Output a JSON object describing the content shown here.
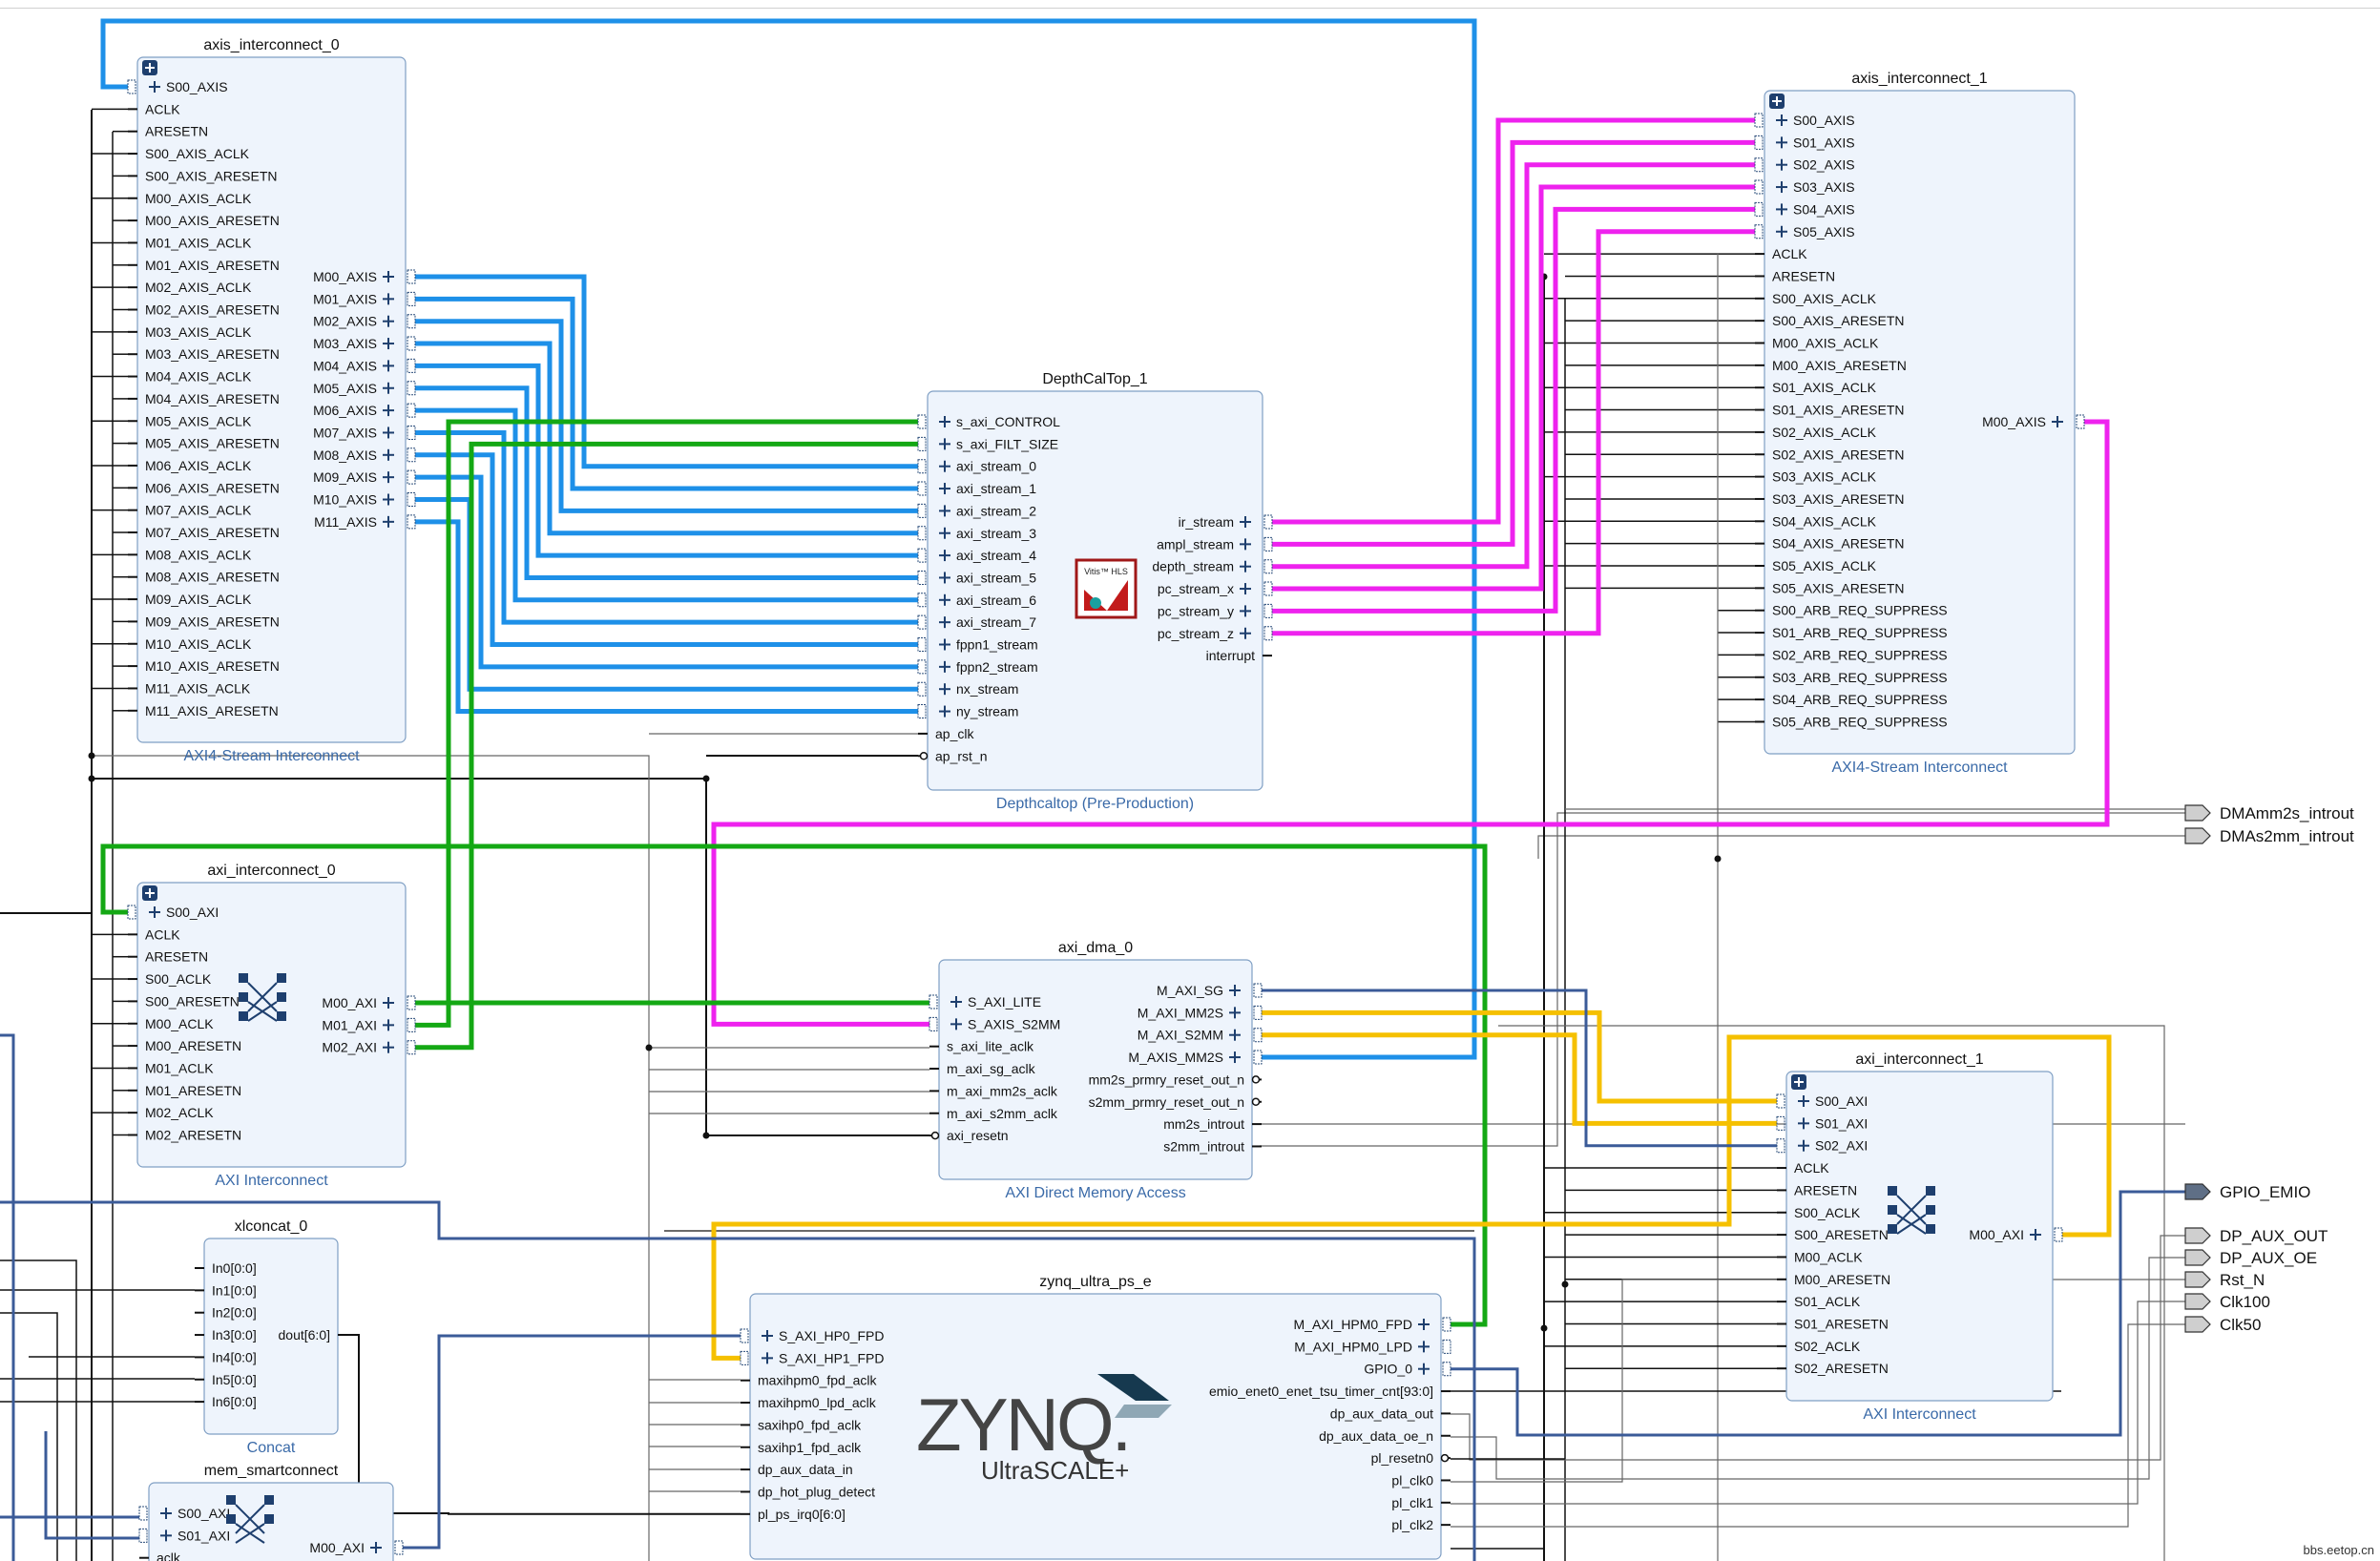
{
  "blocks": {
    "axis_interconnect_0": {
      "title": "axis_interconnect_0",
      "subtitle": "AXI4-Stream Interconnect",
      "left_ports": [
        "S00_AXIS",
        "ACLK",
        "ARESETN",
        "S00_AXIS_ACLK",
        "S00_AXIS_ARESETN",
        "M00_AXIS_ACLK",
        "M00_AXIS_ARESETN",
        "M01_AXIS_ACLK",
        "M01_AXIS_ARESETN",
        "M02_AXIS_ACLK",
        "M02_AXIS_ARESETN",
        "M03_AXIS_ACLK",
        "M03_AXIS_ARESETN",
        "M04_AXIS_ACLK",
        "M04_AXIS_ARESETN",
        "M05_AXIS_ACLK",
        "M05_AXIS_ARESETN",
        "M06_AXIS_ACLK",
        "M06_AXIS_ARESETN",
        "M07_AXIS_ACLK",
        "M07_AXIS_ARESETN",
        "M08_AXIS_ACLK",
        "M08_AXIS_ARESETN",
        "M09_AXIS_ACLK",
        "M09_AXIS_ARESETN",
        "M10_AXIS_ACLK",
        "M10_AXIS_ARESETN",
        "M11_AXIS_ACLK",
        "M11_AXIS_ARESETN"
      ],
      "right_ports": [
        "M00_AXIS",
        "M01_AXIS",
        "M02_AXIS",
        "M03_AXIS",
        "M04_AXIS",
        "M05_AXIS",
        "M06_AXIS",
        "M07_AXIS",
        "M08_AXIS",
        "M09_AXIS",
        "M10_AXIS",
        "M11_AXIS"
      ]
    },
    "DepthCalTop_1": {
      "title": "DepthCalTop_1",
      "subtitle": "Depthcaltop (Pre-Production)",
      "logo_text": "Vitis™ HLS",
      "left_ports": [
        "s_axi_CONTROL",
        "s_axi_FILT_SIZE",
        "axi_stream_0",
        "axi_stream_1",
        "axi_stream_2",
        "axi_stream_3",
        "axi_stream_4",
        "axi_stream_5",
        "axi_stream_6",
        "axi_stream_7",
        "fppn1_stream",
        "fppn2_stream",
        "nx_stream",
        "ny_stream",
        "ap_clk",
        "ap_rst_n"
      ],
      "right_ports": [
        "ir_stream",
        "ampl_stream",
        "depth_stream",
        "pc_stream_x",
        "pc_stream_y",
        "pc_stream_z",
        "interrupt"
      ]
    },
    "axis_interconnect_1": {
      "title": "axis_interconnect_1",
      "subtitle": "AXI4-Stream Interconnect",
      "left_ports": [
        "S00_AXIS",
        "S01_AXIS",
        "S02_AXIS",
        "S03_AXIS",
        "S04_AXIS",
        "S05_AXIS",
        "ACLK",
        "ARESETN",
        "S00_AXIS_ACLK",
        "S00_AXIS_ARESETN",
        "M00_AXIS_ACLK",
        "M00_AXIS_ARESETN",
        "S01_AXIS_ACLK",
        "S01_AXIS_ARESETN",
        "S02_AXIS_ACLK",
        "S02_AXIS_ARESETN",
        "S03_AXIS_ACLK",
        "S03_AXIS_ARESETN",
        "S04_AXIS_ACLK",
        "S04_AXIS_ARESETN",
        "S05_AXIS_ACLK",
        "S05_AXIS_ARESETN",
        "S00_ARB_REQ_SUPPRESS",
        "S01_ARB_REQ_SUPPRESS",
        "S02_ARB_REQ_SUPPRESS",
        "S03_ARB_REQ_SUPPRESS",
        "S04_ARB_REQ_SUPPRESS",
        "S05_ARB_REQ_SUPPRESS"
      ],
      "right_ports": [
        "M00_AXIS"
      ]
    },
    "axi_interconnect_0": {
      "title": "axi_interconnect_0",
      "subtitle": "AXI Interconnect",
      "left_ports": [
        "S00_AXI",
        "ACLK",
        "ARESETN",
        "S00_ACLK",
        "S00_ARESETN",
        "M00_ACLK",
        "M00_ARESETN",
        "M01_ACLK",
        "M01_ARESETN",
        "M02_ACLK",
        "M02_ARESETN"
      ],
      "right_ports": [
        "M00_AXI",
        "M01_AXI",
        "M02_AXI"
      ]
    },
    "axi_dma_0": {
      "title": "axi_dma_0",
      "subtitle": "AXI Direct Memory Access",
      "left_ports": [
        "S_AXI_LITE",
        "S_AXIS_S2MM",
        "s_axi_lite_aclk",
        "m_axi_sg_aclk",
        "m_axi_mm2s_aclk",
        "m_axi_s2mm_aclk",
        "axi_resetn"
      ],
      "right_ports": [
        "M_AXI_SG",
        "M_AXI_MM2S",
        "M_AXI_S2MM",
        "M_AXIS_MM2S",
        "mm2s_prmry_reset_out_n",
        "s2mm_prmry_reset_out_n",
        "mm2s_introut",
        "s2mm_introut"
      ]
    },
    "axi_interconnect_1": {
      "title": "axi_interconnect_1",
      "subtitle": "AXI Interconnect",
      "left_ports": [
        "S00_AXI",
        "S01_AXI",
        "S02_AXI",
        "ACLK",
        "ARESETN",
        "S00_ACLK",
        "S00_ARESETN",
        "M00_ACLK",
        "M00_ARESETN",
        "S01_ACLK",
        "S01_ARESETN",
        "S02_ACLK",
        "S02_ARESETN"
      ],
      "right_ports": [
        "M00_AXI"
      ]
    },
    "xlconcat_0": {
      "title": "xlconcat_0",
      "subtitle": "Concat",
      "left_ports": [
        "In0[0:0]",
        "In1[0:0]",
        "In2[0:0]",
        "In3[0:0]",
        "In4[0:0]",
        "In5[0:0]",
        "In6[0:0]"
      ],
      "right_ports": [
        "dout[6:0]"
      ]
    },
    "zynq_ultra_ps_e": {
      "title": "zynq_ultra_ps_e",
      "logo_main": "ZYNQ.",
      "logo_sub": "UltraSCALE+",
      "left_ports": [
        "S_AXI_HP0_FPD",
        "S_AXI_HP1_FPD",
        "maxihpm0_fpd_aclk",
        "maxihpm0_lpd_aclk",
        "saxihp0_fpd_aclk",
        "saxihp1_fpd_aclk",
        "dp_aux_data_in",
        "dp_hot_plug_detect",
        "pl_ps_irq0[6:0]"
      ],
      "right_ports": [
        "M_AXI_HPM0_FPD",
        "M_AXI_HPM0_LPD",
        "GPIO_0",
        "emio_enet0_enet_tsu_timer_cnt[93:0]",
        "dp_aux_data_out",
        "dp_aux_data_oe_n",
        "pl_resetn0",
        "pl_clk0",
        "pl_clk1",
        "pl_clk2"
      ]
    },
    "mem_smartconnect": {
      "title": "mem_smartconnect",
      "left_ports": [
        "S00_AXI",
        "S01_AXI",
        "aclk"
      ],
      "right_ports": [
        "M00_AXI"
      ]
    }
  },
  "external_ports": [
    "DMAmm2s_introut",
    "DMAs2mm_introut",
    "GPIO_EMIO",
    "DP_AUX_OUT",
    "DP_AUX_OE",
    "Rst_N",
    "Clk100",
    "Clk50"
  ],
  "watermark": "bbs.eetop.cn",
  "colors": {
    "block_fill": "#eef4fc",
    "block_border": "#7f9fc4",
    "subtitle": "#3a6aa8",
    "axis_stream_blue": "#1e90e8",
    "axi_lite_green": "#14a814",
    "s2mm_magenta": "#ee22ee",
    "mm_yellow": "#f5c000",
    "axi_navy": "#3b5b98",
    "clock_black": "#1a1a1a",
    "thin_gray": "#666666"
  }
}
